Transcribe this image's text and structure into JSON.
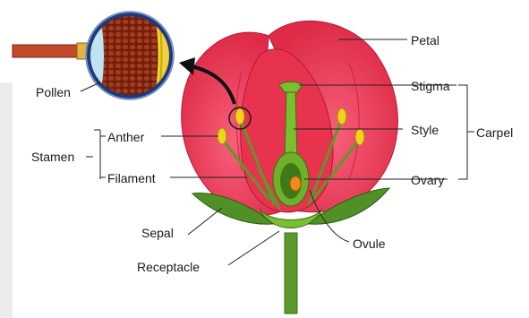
{
  "labels": {
    "petal": "Petal",
    "stigma": "Stigma",
    "style": "Style",
    "ovary": "Ovary",
    "carpel": "Carpel",
    "anther": "Anther",
    "filament": "Filament",
    "stamen": "Stamen",
    "sepal": "Sepal",
    "receptacle": "Receptacle",
    "ovule": "Ovule",
    "pollen": "Pollen"
  },
  "colors": {
    "petal": "#e8334f",
    "petal_dark": "#c81e3a",
    "stem": "#5a9a2a",
    "anther": "#f2d21b",
    "pollen_grain": "#8a2b14",
    "magnifier_rim": "#1e3a7a",
    "magnifier_handle": "#c04a2a"
  }
}
